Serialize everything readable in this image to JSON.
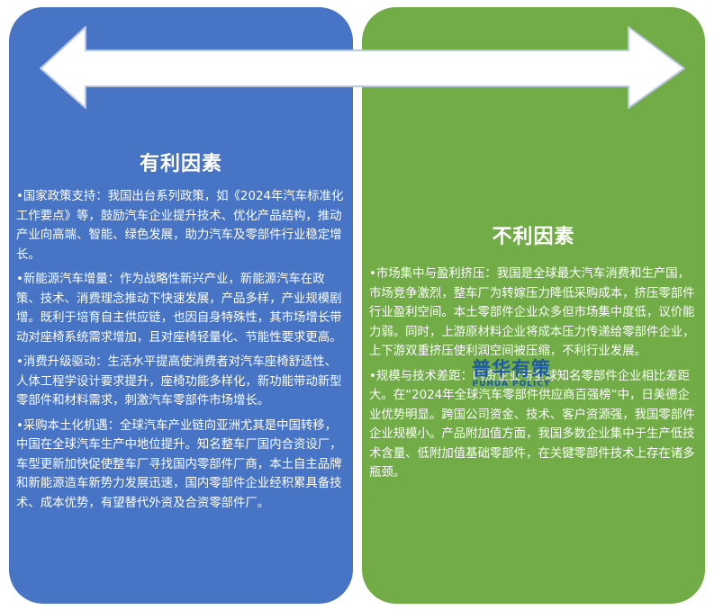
{
  "left": {
    "title": "有利因素",
    "items": [
      "•国家政策支持：我国出台系列政策，如《2024年汽车标准化工作要点》等，鼓励汽车企业提升技术、优化产品结构，推动产业向高端、智能、绿色发展，助力汽车及零部件行业稳定增长。",
      "•新能源汽车增量：作为战略性新兴产业，新能源汽车在政策、技术、消费理念推动下快速发展，产品多样，产业规模剧增。既利于培育自主供应链，也因自身特殊性，其市场增长带动对座椅系统需求增加，且对座椅轻量化、节能性要求更高。",
      "•消费升级驱动：生活水平提高使消费者对汽车座椅舒适性、人体工程学设计要求提升，座椅功能多样化，新功能带动新型零部件和材料需求，刺激汽车零部件市场增长。",
      "•采购本土化机遇：全球汽车产业链向亚洲尤其是中国转移，中国在全球汽车生产中地位提升。知名整车厂国内合资设厂，车型更新加快促使整车厂寻找国内零部件厂商，本土自主品牌和新能源造车新势力发展迅速，国内零部件企业经积累具备技术、成本优势，有望替代外资及合资零部件厂。"
    ]
  },
  "right": {
    "title": "不利因素",
    "items": [
      "•市场集中与盈利挤压：我国是全球最大汽车消费和生产国，市场竞争激烈，整车厂为转嫁压力降低采购成本，挤压零部件行业盈利空间。本土零部件企业众多但市场集中度低，议价能力弱。同时，上游原材料企业将成本压力传递给零部件企业，上下游双重挤压使利润空间被压缩，不利行业发展。",
      "•规模与技术差距：内资企业与全球知名零部件企业相比差距大。在“2024年全球汽车零部件供应商百强榜”中，日美德企业优势明显。跨国公司资金、技术、客户资源强，我国零部件企业规模小。产品附加值方面，我国多数企业集中于生产低技术含量、低附加值基础零部件，在关键零部件技术上存在诸多瓶颈。"
    ]
  },
  "watermark": {
    "main": "普华有策",
    "sub": "PUHUA POLICY"
  },
  "colors": {
    "left_panel": "#4774c4",
    "right_panel": "#71ac47",
    "arrow_fill": "#ffffff",
    "arrow_stroke": "#b8c6e0",
    "watermark": "#1d5aa8"
  },
  "icons": {
    "arrow": "double-headed-arrow"
  }
}
